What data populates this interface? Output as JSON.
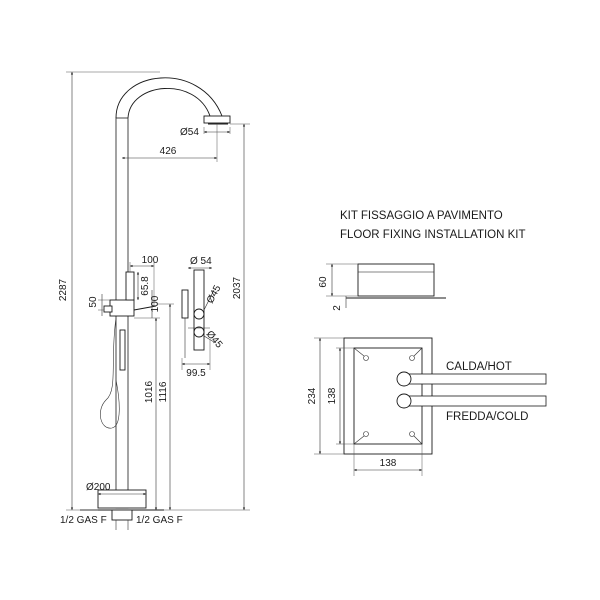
{
  "kit": {
    "title_it": "KIT FISSAGGIO A PAVIMENTO",
    "title_en": "FLOOR FIXING INSTALLATION KIT",
    "dim_height": "60",
    "dim_gap": "2",
    "dim_depth": "234",
    "dim_inner": "138",
    "dim_width": "138",
    "hot_label": "CALDA/HOT",
    "cold_label": "FREDDA/COLD"
  },
  "mixer": {
    "dim_total_height": "2287",
    "dim_head_diameter": "Ø54",
    "dim_reach": "426",
    "dim_handle_offset": "100",
    "dim_handle_height": "65.8",
    "dim_left_offset": "50",
    "dim_lever_height": "100",
    "dim_outlet_height": "2037",
    "dim_body_diameter": "Ø 54",
    "dim_knob_diameter_1": "Ø45",
    "dim_knob_diameter_2": "Ø45",
    "dim_body_width": "99.5",
    "dim_height_1016": "1016",
    "dim_height_1116": "1116",
    "dim_base_diameter": "Ø200",
    "gas_left": "1/2 GAS F",
    "gas_right": "1/2 GAS F"
  }
}
